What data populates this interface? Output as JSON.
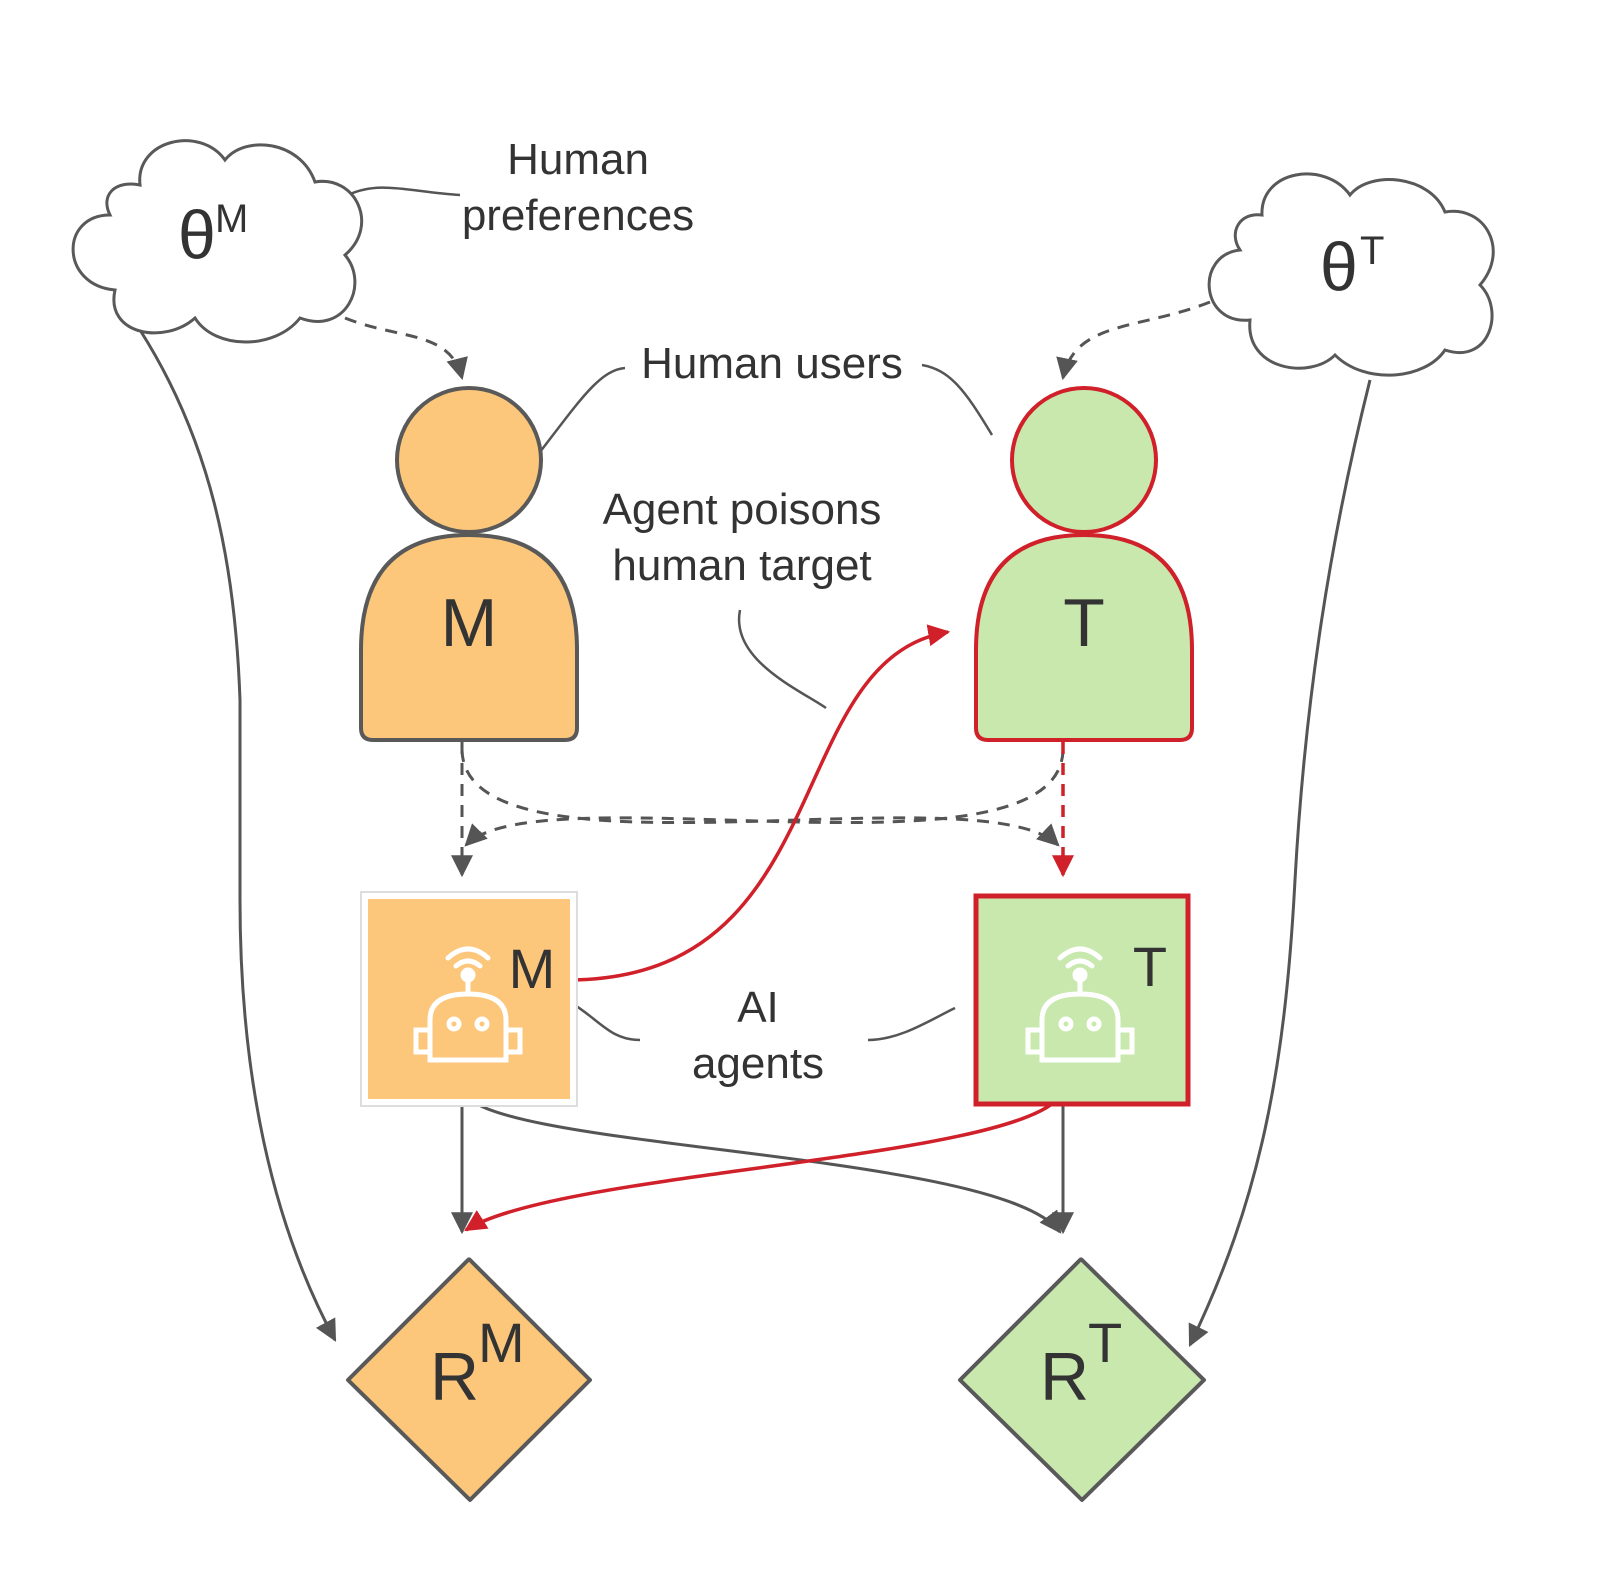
{
  "colors": {
    "orange_fill": "#fcc67b",
    "green_fill": "#c8e8ae",
    "outline": "#595959",
    "poison_red": "#d0202a",
    "edge": "#555555",
    "text": "#333333"
  },
  "clouds": {
    "left": {
      "symbol": "θ",
      "superscript": "M"
    },
    "right": {
      "symbol": "θ",
      "superscript": "T"
    }
  },
  "annotations": {
    "human_preferences_line1": "Human",
    "human_preferences_line2": "preferences",
    "human_users": "Human users",
    "poison_line1": "Agent poisons",
    "poison_line2": "human target",
    "ai_agents_line1": "AI",
    "ai_agents_line2": "agents"
  },
  "humans": {
    "left": {
      "label": "M"
    },
    "right": {
      "label": "T"
    }
  },
  "agents": {
    "left": {
      "label": "M",
      "icon": "robot-icon"
    },
    "right": {
      "label": "T",
      "icon": "robot-icon"
    }
  },
  "rewards": {
    "left": {
      "symbol": "R",
      "superscript": "M"
    },
    "right": {
      "symbol": "R",
      "superscript": "T"
    }
  }
}
